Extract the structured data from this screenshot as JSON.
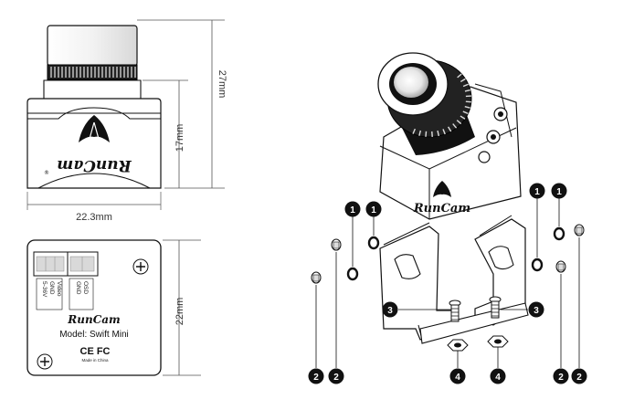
{
  "dimensions": {
    "height_total": "27mm",
    "height_body": "17mm",
    "width": "22.3mm",
    "back_height": "22mm"
  },
  "back_panel": {
    "pins_left": [
      "5-36V",
      "GND",
      "Video"
    ],
    "pins_right": [
      "GND",
      "OSD"
    ],
    "brand": "RunCam",
    "model": "Model: Swift Mini",
    "certs": "CE FC",
    "made_in": "Made in China"
  },
  "front_brand": "RunCam",
  "exploded_brand": "RunCam",
  "callouts": [
    "1",
    "2",
    "3",
    "4"
  ]
}
